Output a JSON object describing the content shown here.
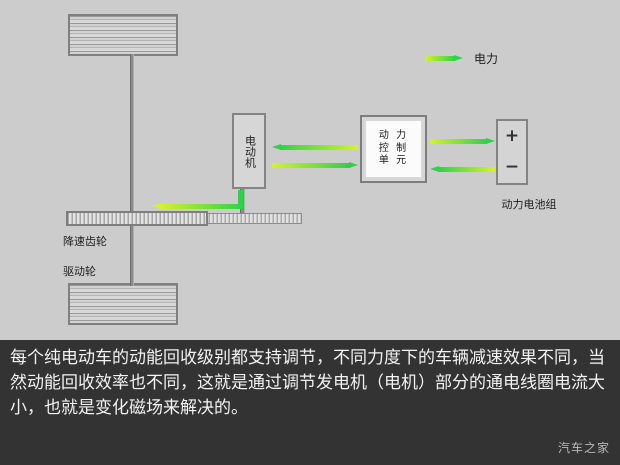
{
  "diagram": {
    "legend": {
      "label": "电力",
      "arrow_color": "#2fd14a",
      "icon": "right-arrow-icon"
    },
    "components": {
      "motor": {
        "label": "电动机"
      },
      "power_control_unit": {
        "label": "动 力\n控 制\n单 元"
      },
      "battery": {
        "positive": "+",
        "negative": "−",
        "caption": "动力电池组"
      },
      "reduction_gear": {
        "label": "降速齿轮"
      },
      "drive_wheel": {
        "label": "驱动轮"
      }
    },
    "colors": {
      "background": "#cccccc",
      "arrow_start": "#d4f32a",
      "arrow_end": "#2fd14a",
      "part_fill": "#d6d6d6",
      "part_border": "#848484"
    }
  },
  "caption": {
    "text": "每个纯电动车的动能回收级别都支持调节，不同力度下的车辆减速效果不同，当然动能回收效率也不同，这就是通过调节发电机（电机）部分的通电线圈电流大小，也就是变化磁场来解决的。",
    "background": "#333333"
  },
  "watermark": {
    "text": "汽车之家"
  }
}
